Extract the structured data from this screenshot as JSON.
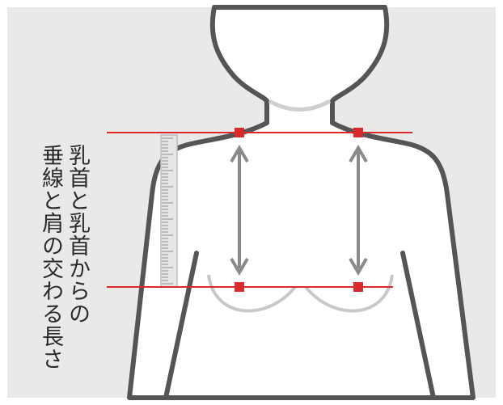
{
  "caption": {
    "line1": "乳首と乳首からの",
    "line2": "垂線と肩の交わる長さ"
  },
  "colors": {
    "background": "#e9e9e8",
    "body_fill": "#ffffff",
    "body_outline": "#555555",
    "neck_collar": "#cfcfcf",
    "bust_outline": "#c8c8c8",
    "guide_line": "#d92b2b",
    "marker": "#d92b2b",
    "arrow": "#8a8a8a",
    "ruler": "#bdbdbd"
  },
  "icons": {
    "marker": "red-square",
    "arrow": "double-headed-arrow",
    "ruler": "measuring-tape"
  }
}
